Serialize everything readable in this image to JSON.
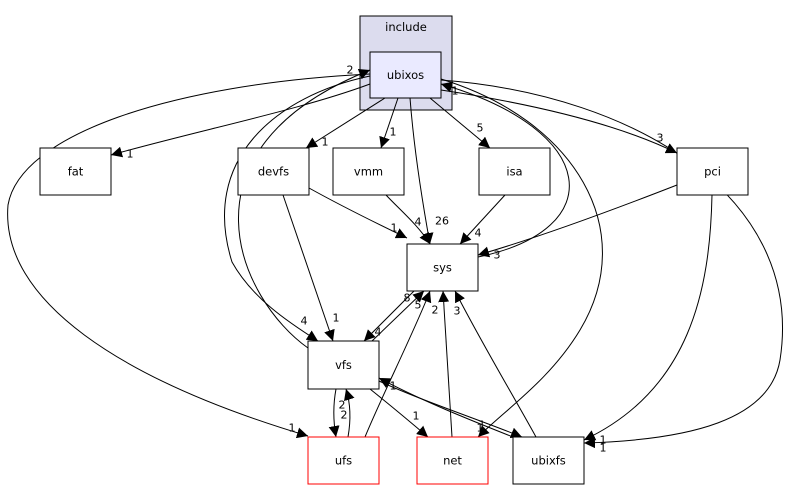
{
  "cluster": {
    "label": "include",
    "fill": "#dcdcee",
    "stroke": "#000000"
  },
  "nodes": [
    {
      "id": "ubixos",
      "label": "ubixos",
      "fill": "#eaeaff",
      "stroke": "#000000"
    },
    {
      "id": "fat",
      "label": "fat",
      "fill": "#ffffff",
      "stroke": "#000000"
    },
    {
      "id": "devfs",
      "label": "devfs",
      "fill": "#ffffff",
      "stroke": "#000000"
    },
    {
      "id": "vmm",
      "label": "vmm",
      "fill": "#ffffff",
      "stroke": "#000000"
    },
    {
      "id": "isa",
      "label": "isa",
      "fill": "#ffffff",
      "stroke": "#000000"
    },
    {
      "id": "pci",
      "label": "pci",
      "fill": "#ffffff",
      "stroke": "#000000"
    },
    {
      "id": "sys",
      "label": "sys",
      "fill": "#ffffff",
      "stroke": "#000000"
    },
    {
      "id": "vfs",
      "label": "vfs",
      "fill": "#ffffff",
      "stroke": "#000000"
    },
    {
      "id": "ufs",
      "label": "ufs",
      "fill": "#ffffff",
      "stroke": "#ff0000"
    },
    {
      "id": "net",
      "label": "net",
      "fill": "#ffffff",
      "stroke": "#ff0000"
    },
    {
      "id": "ubixfs",
      "label": "ubixfs",
      "fill": "#ffffff",
      "stroke": "#000000"
    }
  ],
  "edges": [
    {
      "from": "ubixos",
      "to": "fat",
      "label": "1"
    },
    {
      "from": "ubixos",
      "to": "devfs",
      "label": "1"
    },
    {
      "from": "ubixos",
      "to": "vmm",
      "label": "1"
    },
    {
      "from": "ubixos",
      "to": "isa",
      "label": "5"
    },
    {
      "from": "ubixos",
      "to": "pci",
      "label": "3"
    },
    {
      "from": "ubixos",
      "to": "sys",
      "label": "26"
    },
    {
      "from": "ubixos",
      "to": "vfs",
      "label": "4"
    },
    {
      "from": "ubixos",
      "to": "ufs",
      "label": "1"
    },
    {
      "from": "ubixos",
      "to": "net",
      "label": "1"
    },
    {
      "from": "ubixos",
      "to": "ubixfs",
      "label": "1"
    },
    {
      "from": "devfs",
      "to": "sys",
      "label": "1"
    },
    {
      "from": "devfs",
      "to": "vfs",
      "label": "1"
    },
    {
      "from": "vmm",
      "to": "sys",
      "label": "4"
    },
    {
      "from": "isa",
      "to": "sys",
      "label": "4"
    },
    {
      "from": "pci",
      "to": "sys",
      "label": "3"
    },
    {
      "from": "pci",
      "to": "ubixfs",
      "label": "1"
    },
    {
      "from": "sys",
      "to": "vfs",
      "label": "4"
    },
    {
      "from": "sys",
      "to": "ubixos",
      "label": "1"
    },
    {
      "from": "vfs",
      "to": "sys",
      "label": "8"
    },
    {
      "from": "vfs",
      "to": "ubixos",
      "label": "2"
    },
    {
      "from": "vfs",
      "to": "ufs",
      "label": "2"
    },
    {
      "from": "vfs",
      "to": "net",
      "label": "1"
    },
    {
      "from": "vfs",
      "to": "ubixfs",
      "label": "1"
    },
    {
      "from": "ufs",
      "to": "vfs",
      "label": "2"
    },
    {
      "from": "ufs",
      "to": "sys",
      "label": "5"
    },
    {
      "from": "net",
      "to": "sys",
      "label": "2"
    },
    {
      "from": "ubixfs",
      "to": "sys",
      "label": "3"
    },
    {
      "from": "ubixfs",
      "to": "vfs",
      "label": "1"
    }
  ]
}
